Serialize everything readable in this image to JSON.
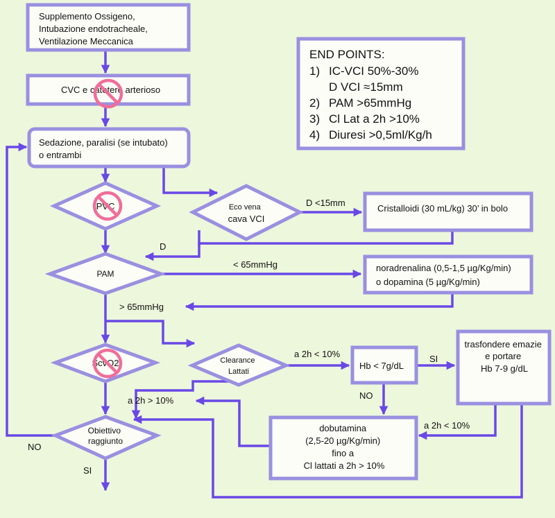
{
  "boxes": {
    "b1": [
      "Supplemento Ossigeno,",
      "Intubazione endotracheale,",
      "Ventilazione Meccanica"
    ],
    "b2": "CVC e catetere arterioso",
    "b3": [
      "Sedazione, paralisi (se intubato)",
      "o entrambi"
    ],
    "cristalloidi": "Cristalloidi (30 mL/kg) 30’ in bolo",
    "noradrenalina": [
      "noradrenalina (0,5-1,5 µg/Kg/min)",
      "o dopamina (5 µg/Kg/min)"
    ],
    "hb": "Hb < 7g/dL",
    "trasfondere": [
      "trasfondere emazie",
      "e portare",
      "Hb 7-9 g/dL"
    ],
    "dobutamina": [
      "dobutamina",
      "(2,5-20 µg/Kg/min)",
      "fino a",
      "Cl lattati a 2h > 10%"
    ]
  },
  "diamonds": {
    "pvc": "PVC",
    "eco": [
      "Eco vena",
      "cava VCI"
    ],
    "pam": "PAM",
    "scvo2": "ScvO2",
    "clearance": [
      "Clearance",
      "Lattati"
    ],
    "obiettivo": [
      "Obiettivo",
      "raggiunto"
    ]
  },
  "labels": {
    "d_lt_15": "D <15mm",
    "d": "D",
    "pam_lt_65": "< 65mmHg",
    "pam_gt_65": "> 65mmHg",
    "a2h_lt_10_top": "a 2h < 10%",
    "si_right": "SI",
    "no_down": "NO",
    "a2h_gt_10": "a 2h > 10%",
    "a2h_lt_10_bottom": "a 2h < 10%",
    "no_left": "NO",
    "si_bottom": "SI"
  },
  "endpoints": {
    "title": "END POINTS:",
    "items": [
      [
        "1)",
        "IC-VCI 50%-30%"
      ],
      [
        "",
        "D VCI ≈15mm"
      ],
      [
        "2)",
        "PAM >65mmHg"
      ],
      [
        "3)",
        "Cl Lat a 2h >10%"
      ],
      [
        "4)",
        "Diuresi >0,5ml/Kg/h"
      ]
    ]
  },
  "colors": {
    "background": "#ecf7dc",
    "box_border": "#9a8fe0",
    "arrow": "#6a48e6",
    "forbidden_sign": "#f06d9a"
  },
  "icons": [
    "forbidden-sign-icon"
  ]
}
